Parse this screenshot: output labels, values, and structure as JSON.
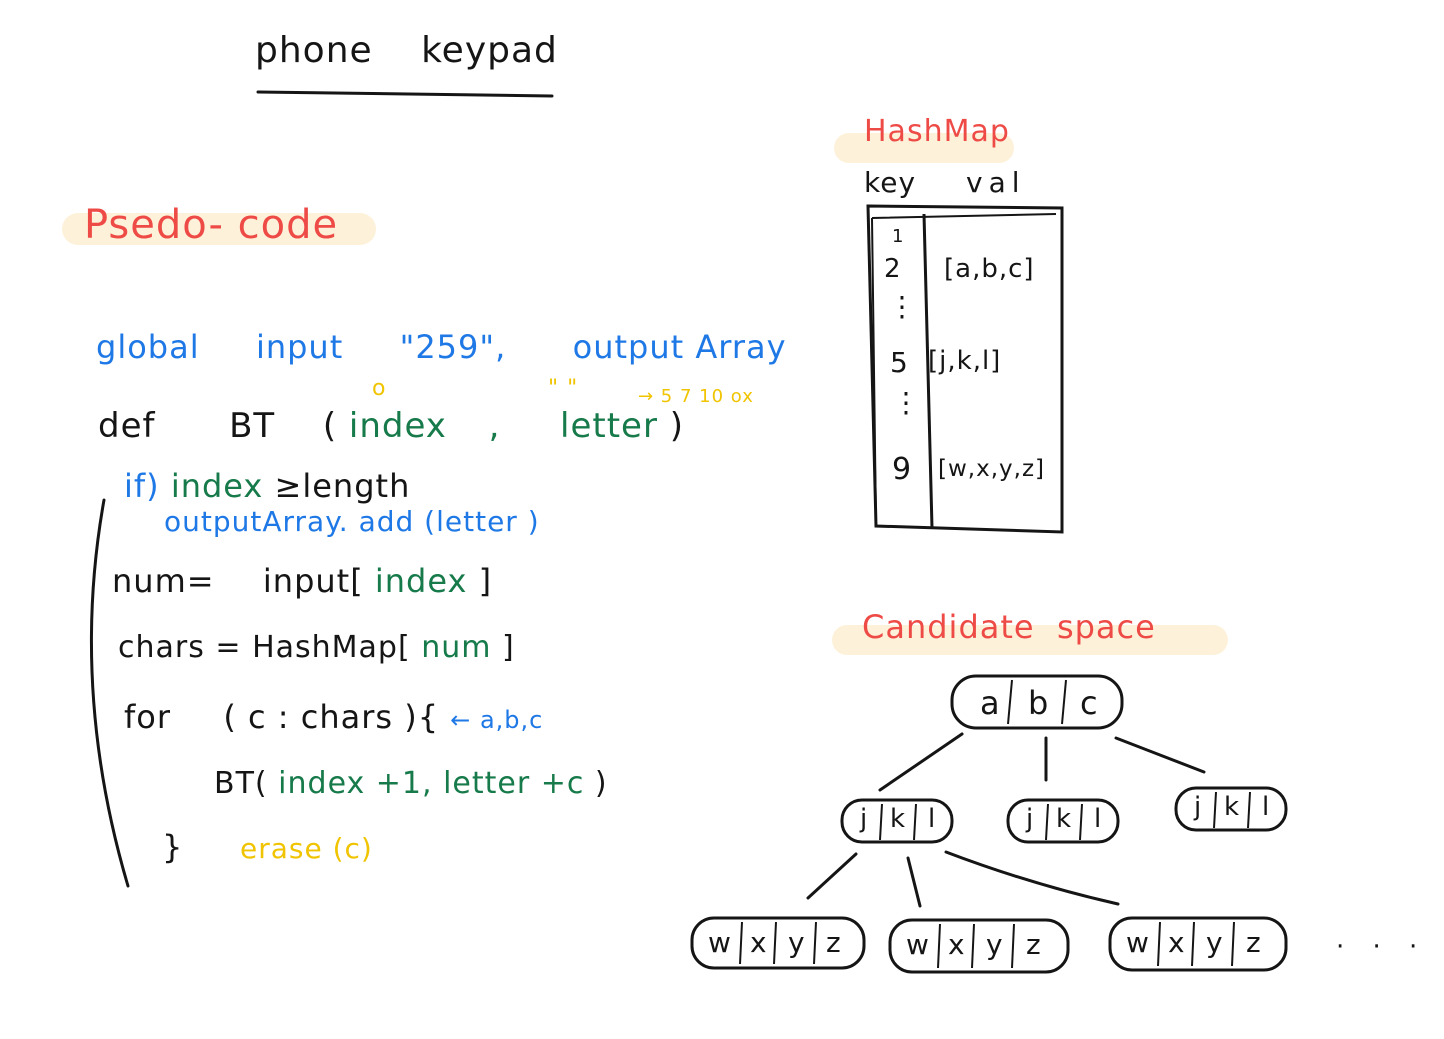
{
  "title": "phone keypad",
  "pseudo": {
    "heading": "Psedo- code",
    "global_line": {
      "kw": "global",
      "w1": "input",
      "str": "\"259\",",
      "w2": "output Array"
    },
    "quote_note": "\" \"",
    "small_o": "o",
    "side_note": "→ 5 7 10 ox",
    "def_line": {
      "def": "def",
      "fn": "BT",
      "open": "(",
      "arg1": "index",
      "comma": ",",
      "arg2": "letter",
      "close": ")"
    },
    "if_line": {
      "kw": "if)",
      "expr": "index",
      "rest": "≥length"
    },
    "add_line": "outputArray. add (letter )",
    "num_line": {
      "lhs": "num=",
      "fn": "input[",
      "arg": "index",
      "close": "]"
    },
    "chars_line": {
      "lhs": "chars = HashMap[",
      "arg": "num",
      "close": "]"
    },
    "for_line": {
      "kw": "for",
      "body": "( c : chars ){",
      "note": "← a,b,c"
    },
    "rec_line": {
      "fn": "BT(",
      "args": "index +1, letter +c",
      "close": ")"
    },
    "close_brace": "}",
    "erase": "erase (c)"
  },
  "hashmap": {
    "title": "HashMap",
    "col_key": "key",
    "col_val": "val",
    "rows": [
      {
        "key": "1",
        "val": ""
      },
      {
        "key": "2",
        "val": "[a,b,c]"
      },
      {
        "key": "⋮",
        "val": ""
      },
      {
        "key": "5",
        "val": "[j,k,l]"
      },
      {
        "key": "⋮",
        "val": ""
      },
      {
        "key": "9",
        "val": "[w,x,y,z]"
      }
    ]
  },
  "candidate": {
    "title": "Candidate  space",
    "root": [
      "a",
      "b",
      "c"
    ],
    "level2": [
      [
        "j",
        "k",
        "l"
      ],
      [
        "j",
        "k",
        "l"
      ],
      [
        "j",
        "k",
        "l"
      ]
    ],
    "level3": [
      [
        "w",
        "x",
        "y",
        "z"
      ],
      [
        "w",
        "x",
        "y",
        "z"
      ],
      [
        "w",
        "x",
        "y",
        "z"
      ]
    ],
    "ellipsis": "· · ·"
  },
  "colors": {
    "ink": "#151515",
    "blue": "#1e78e6",
    "green": "#167a4a",
    "red": "#ee4a46",
    "yellow": "#f0c400",
    "highlight": "#fdf1d9"
  }
}
